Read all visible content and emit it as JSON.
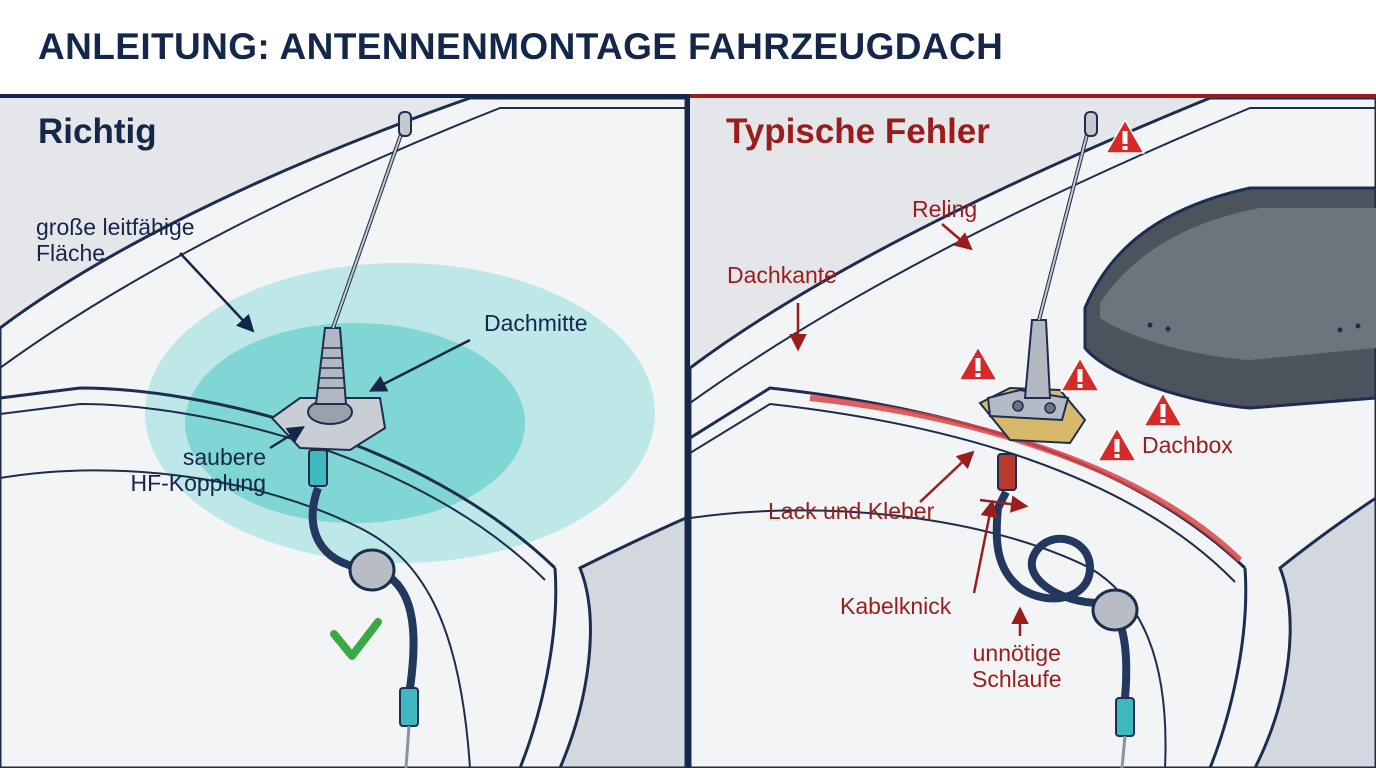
{
  "title": "ANLEITUNG: ANTENNENMONTAGE FAHRZEUGDACH",
  "colors": {
    "navy": "#14264a",
    "red": "#9b1c1c",
    "green": "#3aa843",
    "warning": "#d42a2a",
    "zone": "#7dd9d4"
  },
  "left_panel": {
    "heading": "Richtig",
    "labels": {
      "surface": [
        "große leitfähige",
        "Fläche"
      ],
      "center": "Dachmitte",
      "coupling": [
        "saubere",
        "HF-Kopplung"
      ]
    },
    "icons": [
      "checkmark-icon"
    ]
  },
  "right_panel": {
    "heading": "Typische Fehler",
    "labels": {
      "rail": "Reling",
      "edge": "Dachkante",
      "box": "Dachbox",
      "paint": "Lack und Kleber",
      "kink": "Kabelknick",
      "loop": [
        "unnötige",
        "Schlaufe"
      ]
    },
    "icons": [
      "warning-icon"
    ]
  }
}
